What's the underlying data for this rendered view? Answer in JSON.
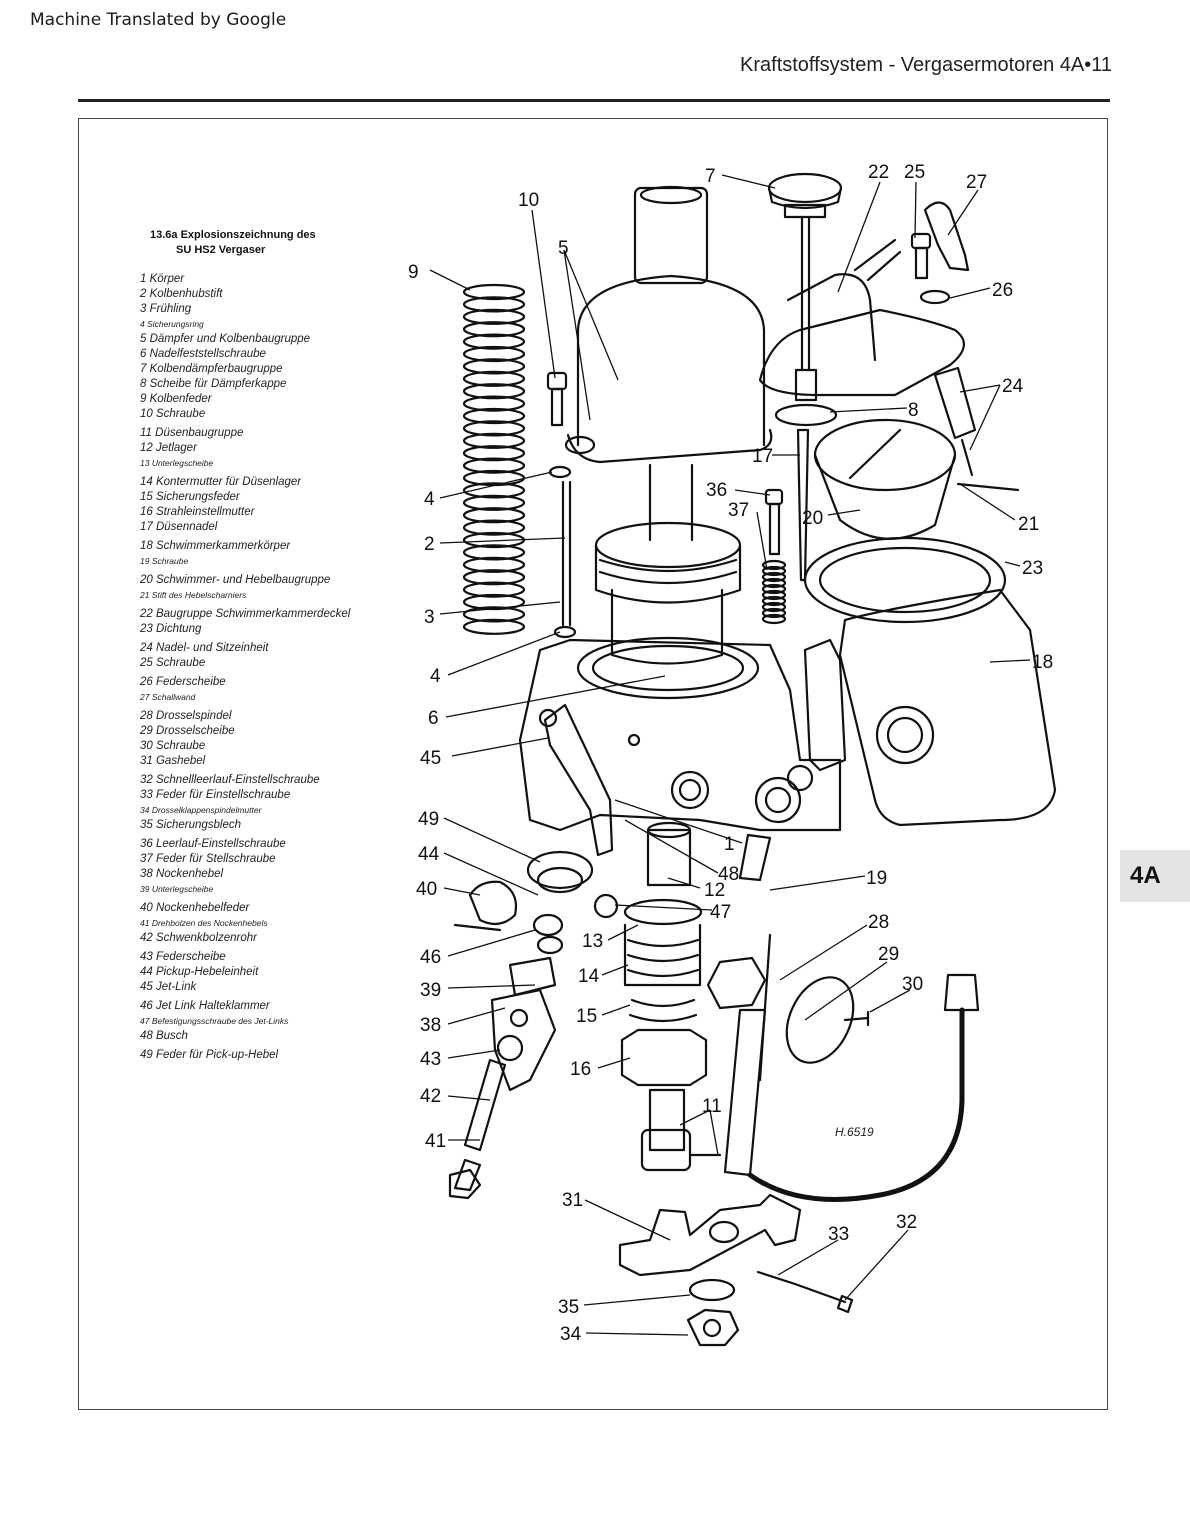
{
  "banner": "Machine Translated by Google",
  "running_head": "Kraftstoffsystem - Vergasermotoren 4A•11",
  "chapter_tab": "4A",
  "figure": {
    "caption_line1": "13.6a Explosionszeichnung des",
    "caption_line2": "SU HS2 Vergaser",
    "drawing_ref": "H.6519"
  },
  "legend": [
    {
      "num": "1",
      "text": "1 Körper"
    },
    {
      "num": "2",
      "text": "2 Kolbenhubstift"
    },
    {
      "num": "3",
      "text": "3 Frühling"
    },
    {
      "num": "4",
      "text": "4 Sicherungsring",
      "small": true
    },
    {
      "num": "5",
      "text": "5 Dämpfer und Kolbenbaugruppe"
    },
    {
      "num": "6",
      "text": "6 Nadelfeststellschraube"
    },
    {
      "num": "7",
      "text": "7 Kolbendämpferbaugruppe"
    },
    {
      "num": "8",
      "text": "8 Scheibe für Dämpferkappe"
    },
    {
      "num": "9",
      "text": "9 Kolbenfeder"
    },
    {
      "num": "10",
      "text": "10 Schraube"
    },
    {
      "num": "11",
      "text": "11 Düsenbaugruppe"
    },
    {
      "num": "12",
      "text": "12 Jetlager"
    },
    {
      "num": "13",
      "text": "13 Unterlegscheibe",
      "small": true
    },
    {
      "num": "14",
      "text": "14 Kontermutter für Düsenlager"
    },
    {
      "num": "15",
      "text": "15 Sicherungsfeder"
    },
    {
      "num": "16",
      "text": "16 Strahleinstellmutter"
    },
    {
      "num": "17",
      "text": "17 Düsennadel"
    },
    {
      "num": "18",
      "text": "18 Schwimmerkammerkörper"
    },
    {
      "num": "19",
      "text": "19 Schraube",
      "small": true
    },
    {
      "num": "20",
      "text": "20 Schwimmer- und Hebelbaugruppe"
    },
    {
      "num": "21",
      "text": "21 Stift des Hebelscharniers",
      "small": true
    },
    {
      "num": "22",
      "text": "22 Baugruppe Schwimmerkammerdeckel"
    },
    {
      "num": "23",
      "text": "23 Dichtung"
    },
    {
      "num": "24",
      "text": "24 Nadel- und Sitzeinheit"
    },
    {
      "num": "25",
      "text": "25 Schraube"
    },
    {
      "num": "26",
      "text": "26 Federscheibe"
    },
    {
      "num": "27",
      "text": "27 Schallwand",
      "small": true
    },
    {
      "num": "28",
      "text": "28 Drosselspindel"
    },
    {
      "num": "29",
      "text": "29 Drosselscheibe"
    },
    {
      "num": "30",
      "text": "30 Schraube"
    },
    {
      "num": "31",
      "text": "31 Gashebel"
    },
    {
      "num": "32",
      "text": "32 Schnellleerlauf-Einstellschraube"
    },
    {
      "num": "33",
      "text": "33 Feder für Einstellschraube"
    },
    {
      "num": "34",
      "text": "34 Drosselklappenspindelmutter",
      "small": true
    },
    {
      "num": "35",
      "text": "35 Sicherungsblech"
    },
    {
      "num": "36",
      "text": "36 Leerlauf-Einstellschraube"
    },
    {
      "num": "37",
      "text": "37 Feder für Stellschraube"
    },
    {
      "num": "38",
      "text": "38 Nockenhebel"
    },
    {
      "num": "39",
      "text": "39 Unterlegscheibe",
      "small": true
    },
    {
      "num": "40",
      "text": "40 Nockenhebelfeder"
    },
    {
      "num": "41",
      "text": "41 Drehbolzen des Nockenhebels",
      "small": true
    },
    {
      "num": "42",
      "text": "42 Schwenkbolzenrohr"
    },
    {
      "num": "43",
      "text": "43 Federscheibe"
    },
    {
      "num": "44",
      "text": "44 Pickup-Hebeleinheit"
    },
    {
      "num": "45",
      "text": "45 Jet-Link"
    },
    {
      "num": "46",
      "text": "46 Jet Link Halteklammer"
    },
    {
      "num": "47",
      "text": "47 Befestigungsschraube des Jet-Links",
      "small": true
    },
    {
      "num": "48",
      "text": "48 Busch"
    },
    {
      "num": "49",
      "text": "49 Feder für Pick-up-Hebel"
    }
  ],
  "callouts": {
    "c1": "1",
    "c2": "2",
    "c3": "3",
    "c4a": "4",
    "c4b": "4",
    "c5": "5",
    "c6": "6",
    "c7": "7",
    "c8": "8",
    "c9": "9",
    "c10": "10",
    "c11": "11",
    "c12": "12",
    "c13": "13",
    "c14": "14",
    "c15": "15",
    "c16": "16",
    "c17": "17",
    "c18": "18",
    "c19": "19",
    "c20": "20",
    "c21": "21",
    "c22": "22",
    "c23": "23",
    "c24": "24",
    "c25": "25",
    "c26": "26",
    "c27": "27",
    "c28": "28",
    "c29": "29",
    "c30": "30",
    "c31": "31",
    "c32": "32",
    "c33": "33",
    "c34": "34",
    "c35": "35",
    "c36": "36",
    "c37": "37",
    "c38": "38",
    "c39": "39",
    "c40": "40",
    "c41": "41",
    "c42": "42",
    "c43": "43",
    "c44": "44",
    "c45": "45",
    "c46": "46",
    "c47": "47",
    "c48": "48",
    "c49": "49"
  }
}
